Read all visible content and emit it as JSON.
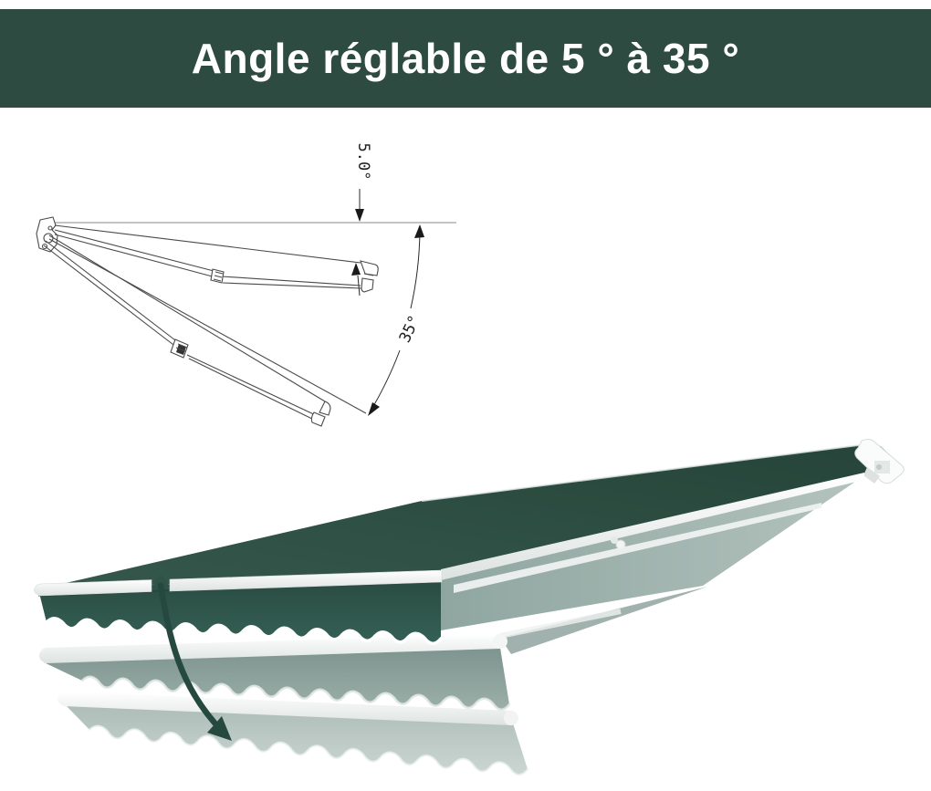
{
  "header": {
    "title": "Angle réglable de 5 ° à 35 °",
    "background_color": "#2d4b41",
    "text_color": "#ffffff"
  },
  "diagram": {
    "min_angle_label": "5.0°",
    "max_angle_label": "35°",
    "line_color": "#4a4a4a"
  },
  "awning": {
    "canopy_color": "#2d4f45",
    "valance_color": "#2f5348",
    "front_bar_color": "#f7f9f8",
    "ghost_mid_color": "#879b95",
    "ghost_low_color": "#bac7c2",
    "arrow_color": "#25493f"
  }
}
